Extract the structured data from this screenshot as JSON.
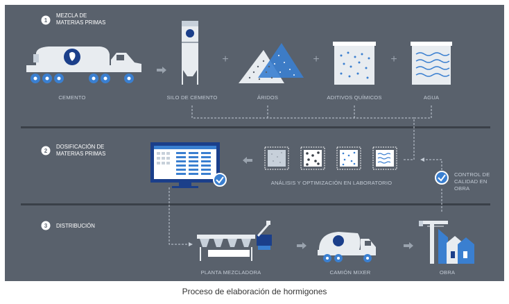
{
  "steps": [
    {
      "number": "1",
      "line1": "MEZCLA DE",
      "line2": "MATERIAS PRIMAS"
    },
    {
      "number": "2",
      "line1": "DOSIFICACIÓN DE",
      "line2": "MATERIAS PRIMAS"
    },
    {
      "number": "3",
      "line1": "DISTRIBUCIÓN",
      "line2": ""
    }
  ],
  "labels": {
    "cemento": "CEMENTO",
    "silo": "SILO DE CEMENTO",
    "aridos": "ÁRIDOS",
    "aditivos": "ADITIVOS QUÍMICOS",
    "agua": "AGUA",
    "analisis": "ANÁLISIS Y OPTIMIZACIÓN EN LABORATORIO",
    "control_1": "CONTROL DE",
    "control_2": "CALIDAD EN",
    "control_3": "OBRA",
    "planta": "PLANTA MEZCLADORA",
    "camion": "CAMIÓN MIXER",
    "obra": "OBRA"
  },
  "operators": {
    "plus": "+"
  },
  "caption": "Proceso de elaboración de hormigones",
  "colors": {
    "background": "#59616c",
    "accent": "#3a7fd0",
    "brand": "#1b3f8a",
    "light": "#e8ecf0",
    "divider": "#3a4048"
  }
}
